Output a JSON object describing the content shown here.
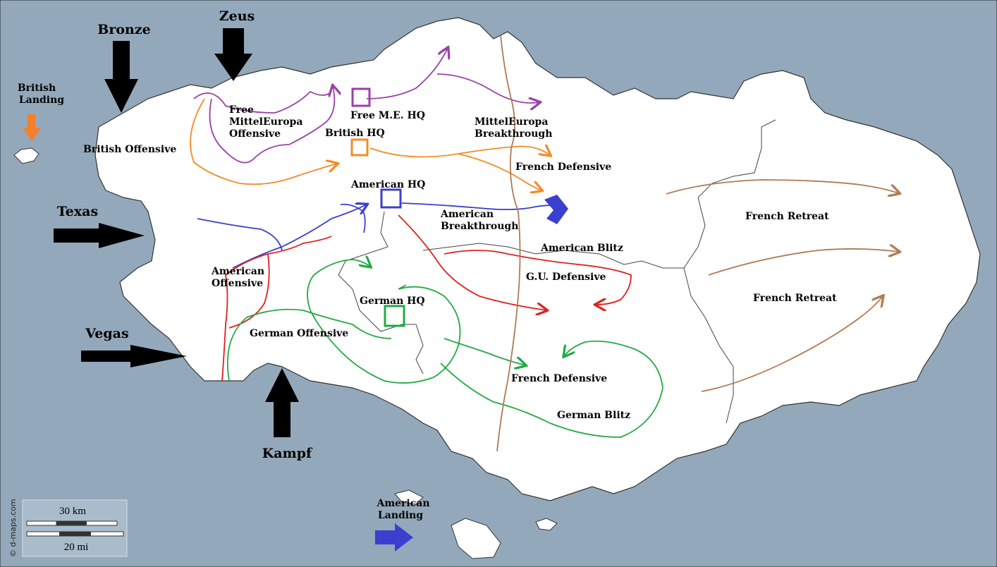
{
  "map": {
    "credit": "© d-maps.com",
    "scale": {
      "km_label": "30 km",
      "mi_label": "20 mi"
    },
    "colors": {
      "sea": "#93a9bb",
      "land": "#ffffff",
      "border": "#3a3a3a",
      "purple": "#9b3fa8",
      "orange": "#f28c28",
      "blue": "#3b3fcf",
      "red": "#e02020",
      "green": "#22aa44",
      "brown": "#b07a55",
      "black": "#000000"
    },
    "labels": {
      "bronze": "Bronze",
      "zeus": "Zeus",
      "british_landing_1": "British",
      "british_landing_2": "Landing",
      "texas": "Texas",
      "vegas": "Vegas",
      "kampf": "Kampf",
      "american_landing_1": "American",
      "american_landing_2": "Landing",
      "free_me_offensive_1": "Free",
      "free_me_offensive_2": "MittelEuropa",
      "free_me_offensive_3": "Offensive",
      "british_offensive": "British Offensive",
      "free_me_hq": "Free M.E. HQ",
      "british_hq": "British HQ",
      "me_breakthrough_1": "MittelEuropa",
      "me_breakthrough_2": "Breakthrough",
      "french_defensive_north": "French Defensive",
      "american_hq": "American HQ",
      "american_breakthrough_1": "American",
      "american_breakthrough_2": "Breakthrough",
      "american_blitz": "American Blitz",
      "gu_defensive": "G.U. Defensive",
      "american_offensive_1": "American",
      "american_offensive_2": "Offensive",
      "german_hq": "German HQ",
      "german_offensive": "German Offensive",
      "french_defensive_south": "French Defensive",
      "german_blitz": "German Blitz",
      "french_retreat_1": "French Retreat",
      "french_retreat_2": "French Retreat"
    }
  }
}
